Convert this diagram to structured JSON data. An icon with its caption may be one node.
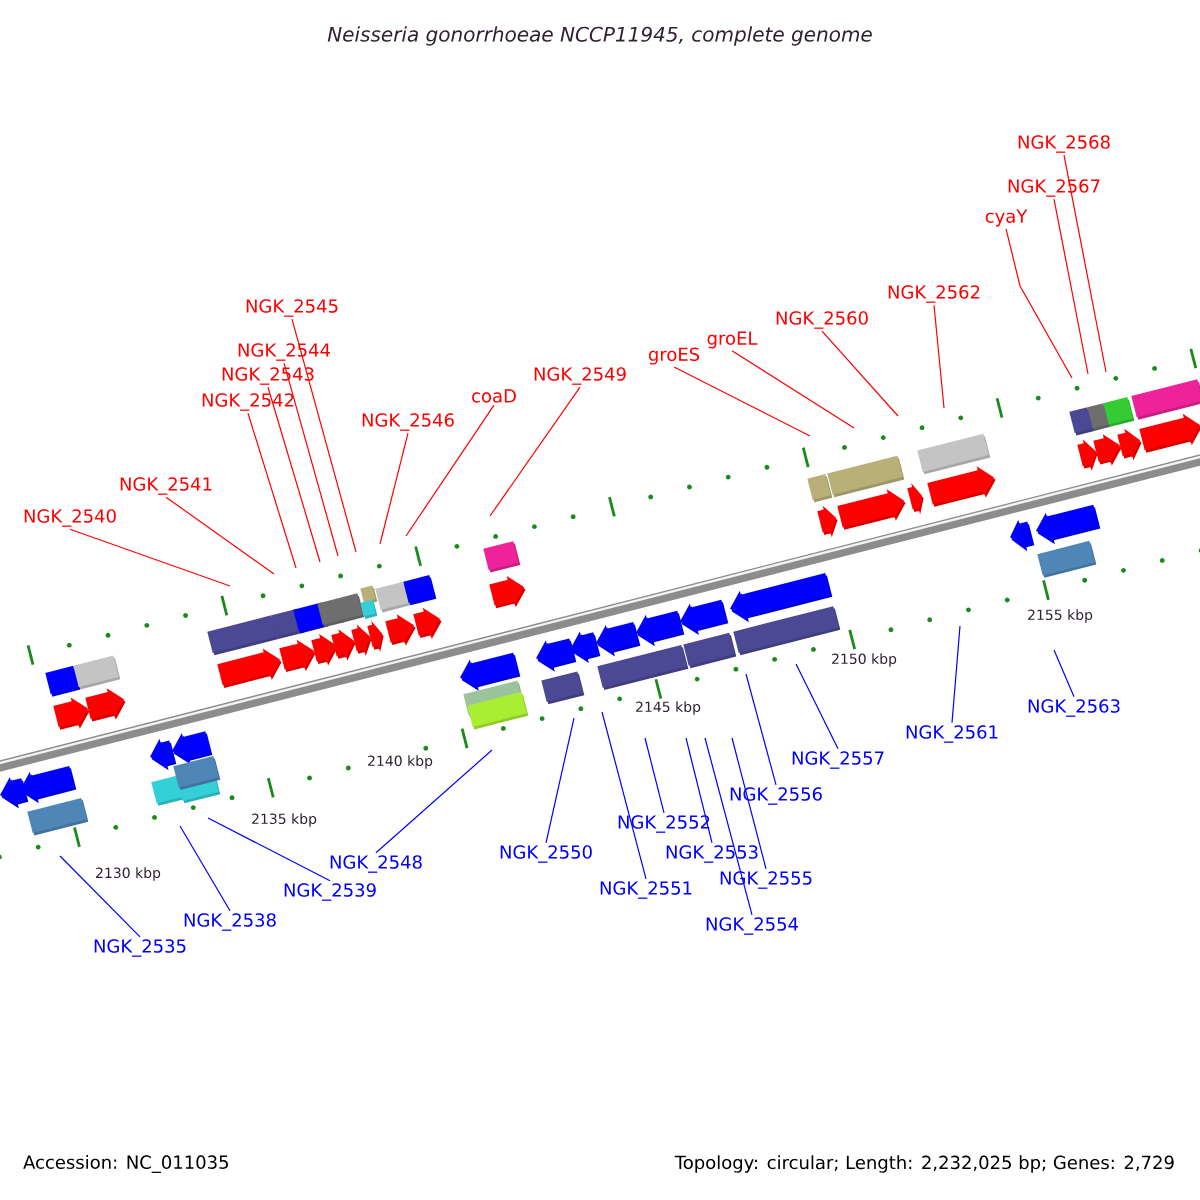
{
  "diagram": {
    "title": "Neisseria gonorrhoeae NCCP11945, complete genome",
    "nodes": [
      {
        "text": [
          "NGK_2540"
        ]
      },
      {
        "text": [
          "NGK_2541"
        ]
      },
      {
        "text": [
          "NGK_2542"
        ]
      },
      {
        "text": [
          "NGK_2543"
        ]
      },
      {
        "text": [
          "NGK_2544"
        ]
      },
      {
        "text": [
          "NGK_2545"
        ]
      },
      {
        "text": [
          "NGK_2546"
        ]
      },
      {
        "text": [
          "coaD"
        ]
      },
      {
        "text": [
          "NGK_2549"
        ]
      },
      {
        "text": [
          "groES"
        ]
      },
      {
        "text": [
          "groEL"
        ]
      },
      {
        "text": [
          "NGK_2560"
        ]
      },
      {
        "text": [
          "NGK_2562"
        ]
      },
      {
        "text": [
          "cyaY"
        ]
      },
      {
        "text": [
          "NGK_2567"
        ]
      },
      {
        "text": [
          "NGK_2568"
        ]
      },
      {
        "text": [
          "NGK_2535"
        ]
      },
      {
        "text": [
          "NGK_2538"
        ]
      },
      {
        "text": [
          "NGK_2539"
        ]
      },
      {
        "text": [
          "NGK_2548"
        ]
      },
      {
        "text": [
          "NGK_2550"
        ]
      },
      {
        "text": [
          "NGK_2551"
        ]
      },
      {
        "text": [
          "NGK_2552"
        ]
      },
      {
        "text": [
          "NGK_2553"
        ]
      },
      {
        "text": [
          "NGK_2554"
        ]
      },
      {
        "text": [
          "NGK_2555"
        ]
      },
      {
        "text": [
          "NGK_2556"
        ]
      },
      {
        "text": [
          "NGK_2557"
        ]
      },
      {
        "text": [
          "NGK_2561"
        ]
      },
      {
        "text": [
          "NGK_2563"
        ]
      }
    ],
    "edges": [
      {
        "from": 0,
        "to": null,
        "arrow": "none"
      },
      {
        "from": 1,
        "to": null,
        "arrow": "none"
      },
      {
        "from": 2,
        "to": null,
        "arrow": "none"
      },
      {
        "from": 3,
        "to": null,
        "arrow": "none"
      },
      {
        "from": 4,
        "to": null,
        "arrow": "none"
      },
      {
        "from": 5,
        "to": null,
        "arrow": "none"
      },
      {
        "from": 6,
        "to": null,
        "arrow": "none"
      },
      {
        "from": 7,
        "to": null,
        "arrow": "none"
      },
      {
        "from": 8,
        "to": null,
        "arrow": "none"
      },
      {
        "from": 9,
        "to": null,
        "arrow": "none"
      },
      {
        "from": 10,
        "to": null,
        "arrow": "none"
      },
      {
        "from": 11,
        "to": null,
        "arrow": "none"
      },
      {
        "from": 12,
        "to": null,
        "arrow": "none"
      },
      {
        "from": 13,
        "to": null,
        "arrow": "none"
      },
      {
        "from": 14,
        "to": null,
        "arrow": "none"
      },
      {
        "from": 15,
        "to": null,
        "arrow": "none"
      },
      {
        "from": 16,
        "to": null,
        "arrow": "none",
        "color": "#0000ff"
      },
      {
        "from": 17,
        "to": null,
        "arrow": "none",
        "color": "#0000ff"
      },
      {
        "from": 18,
        "to": null,
        "arrow": "none",
        "color": "#0000ff"
      },
      {
        "from": 19,
        "to": null,
        "arrow": "none",
        "color": "#0000ff"
      },
      {
        "from": 20,
        "to": null,
        "arrow": "none",
        "color": "#0000ff"
      },
      {
        "from": 21,
        "to": null,
        "arrow": "none",
        "color": "#0000ff"
      },
      {
        "from": 22,
        "to": null,
        "arrow": "none",
        "color": "#0000ff"
      },
      {
        "from": 23,
        "to": null,
        "arrow": "none",
        "color": "#0000ff"
      },
      {
        "from": 24,
        "to": null,
        "arrow": "none",
        "color": "#0000ff"
      },
      {
        "from": 25,
        "to": null,
        "arrow": "none",
        "color": "#0000ff"
      },
      {
        "from": 26,
        "to": null,
        "arrow": "none",
        "color": "#0000ff"
      },
      {
        "from": 27,
        "to": null,
        "arrow": "none",
        "color": "#0000ff"
      },
      {
        "from": 28,
        "to": null,
        "arrow": "none",
        "color": "#0000ff"
      },
      {
        "from": 29,
        "to": null,
        "arrow": "none",
        "color": "#0000ff"
      }
    ],
    "labels": [
      "2130 kbp",
      "2135 kbp",
      "2140 kbp",
      "2145 kbp",
      "2150 kbp",
      "2155 kbp",
      "Accession: NC_011035",
      "Topology: circular; Length: 2,232,025 bp; Genes: 2,729"
    ]
  }
}
